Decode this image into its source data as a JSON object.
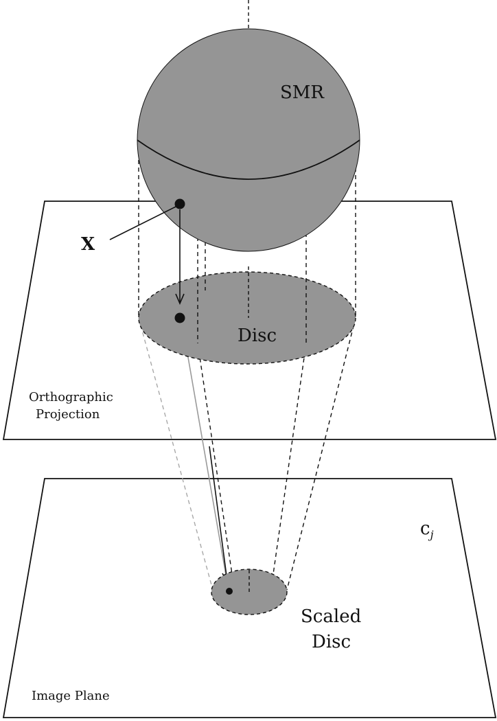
{
  "labels": {
    "smr": "SMR",
    "point_x": "X",
    "disc": "Disc",
    "ortho_line1": "Orthographic",
    "ortho_line2": "Projection",
    "camera_c": "c",
    "camera_sub": "j",
    "scaled_line1": "Scaled",
    "scaled_line2": "Disc",
    "image_plane": "Image Plane"
  },
  "colors": {
    "fill_gray": "#959595",
    "stroke": "#111111",
    "light_stroke": "#a8a8a8",
    "background": "#ffffff"
  }
}
